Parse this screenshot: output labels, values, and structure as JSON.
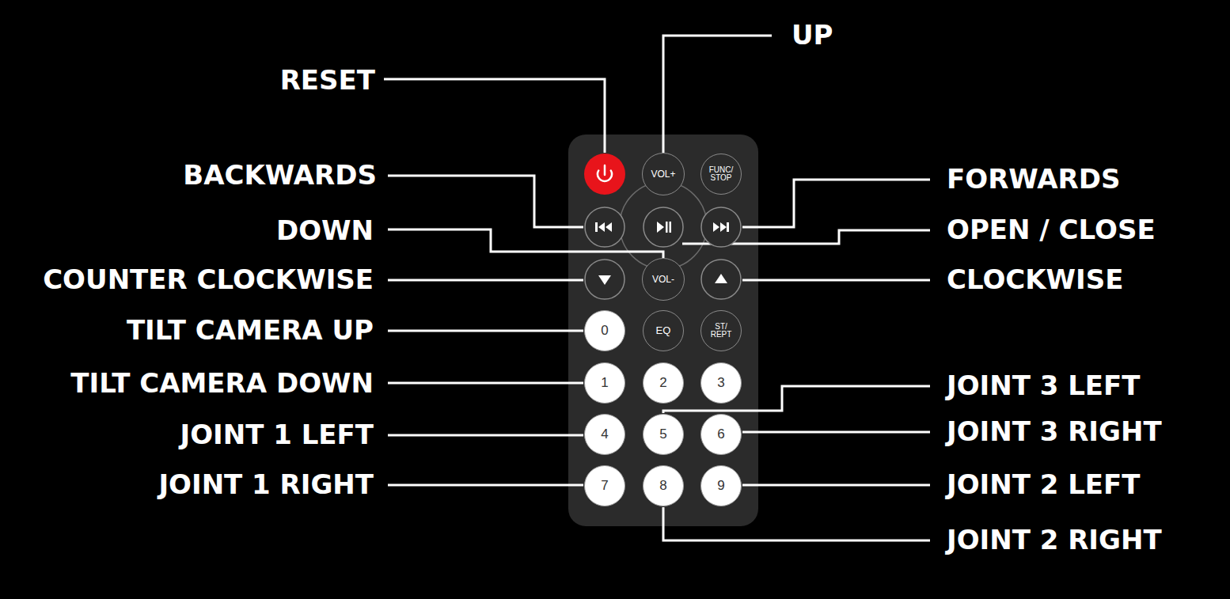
{
  "diagram": {
    "nodes": [
      {
        "text": [
          "VOL+"
        ]
      },
      {
        "text": [
          "FUNC/ STOP"
        ]
      },
      {
        "text": [
          "VOL-"
        ]
      },
      {
        "text": [
          "0"
        ]
      },
      {
        "text": [
          "EQ"
        ]
      },
      {
        "text": [
          "ST/ REPT"
        ]
      },
      {
        "text": [
          "1"
        ]
      },
      {
        "text": [
          "2"
        ]
      },
      {
        "text": [
          "3"
        ]
      },
      {
        "text": [
          "4"
        ]
      },
      {
        "text": [
          "5"
        ]
      },
      {
        "text": [
          "6"
        ]
      },
      {
        "text": [
          "7"
        ]
      },
      {
        "text": [
          "8"
        ]
      },
      {
        "text": [
          "9"
        ]
      }
    ],
    "labels": [
      "UP",
      "RESET",
      "BACKWARDS",
      "FORWARDS",
      "DOWN",
      "OPEN / CLOSE",
      "COUNTER CLOCKWISE",
      "CLOCKWISE",
      "TILT CAMERA UP",
      "TILT CAMERA DOWN",
      "JOINT 3 LEFT",
      "JOINT 1 LEFT",
      "JOINT 3 RIGHT",
      "JOINT 1 RIGHT",
      "JOINT 2 LEFT",
      "JOINT 2 RIGHT"
    ]
  }
}
